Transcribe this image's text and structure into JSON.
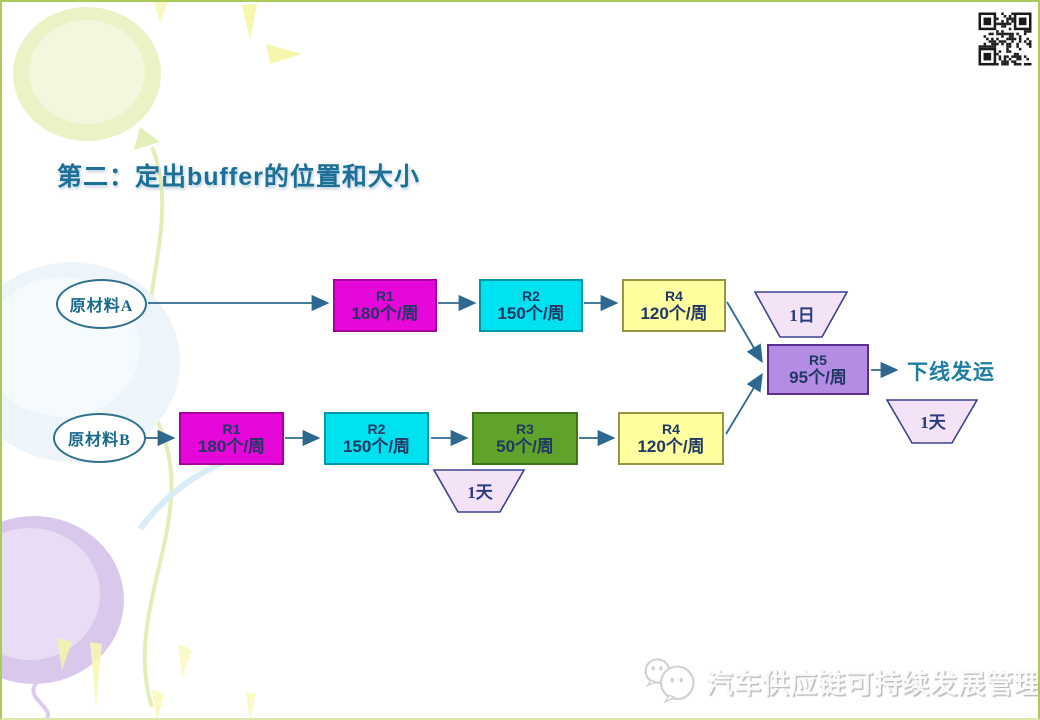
{
  "title": "第二：定出buffer的位置和大小",
  "diagram": {
    "sources": {
      "a": "原材料A",
      "b": "原材料B"
    },
    "row_a_steps": [
      {
        "label": "R1",
        "rate": "180个/周"
      },
      {
        "label": "R2",
        "rate": "150个/周"
      },
      {
        "label": "R4",
        "rate": "120个/周"
      }
    ],
    "row_b_steps": [
      {
        "label": "R1",
        "rate": "180个/周"
      },
      {
        "label": "R2",
        "rate": "150个/周"
      },
      {
        "label": "R3",
        "rate": "50个/周"
      },
      {
        "label": "R4",
        "rate": "120个/周"
      }
    ],
    "merge_step": {
      "label": "R5",
      "rate": "95个/周"
    },
    "output_label": "下线发运",
    "buffers": {
      "top": "1日",
      "right": "1天",
      "bottom": "1天"
    }
  },
  "footer": {
    "watermark_text": "汽车供应链可持续发展管理",
    "watermark_icon": "wechat-bubbles-icon"
  },
  "misc": {
    "qr_code_icon": "qr-code"
  },
  "colors": {
    "step_r1": "#E607D9",
    "step_r2": "#00E1F0",
    "step_r3": "#5FA32B",
    "step_r4": "#FFFFA0",
    "step_r5": "#B48CE4",
    "buffer_fill": "#F4E3F6",
    "buffer_border": "#3A4390",
    "box_text": "#1F3864",
    "title_text": "#1C6F96",
    "arrow": "#2E6890",
    "frame_border": "#AEC95B"
  }
}
